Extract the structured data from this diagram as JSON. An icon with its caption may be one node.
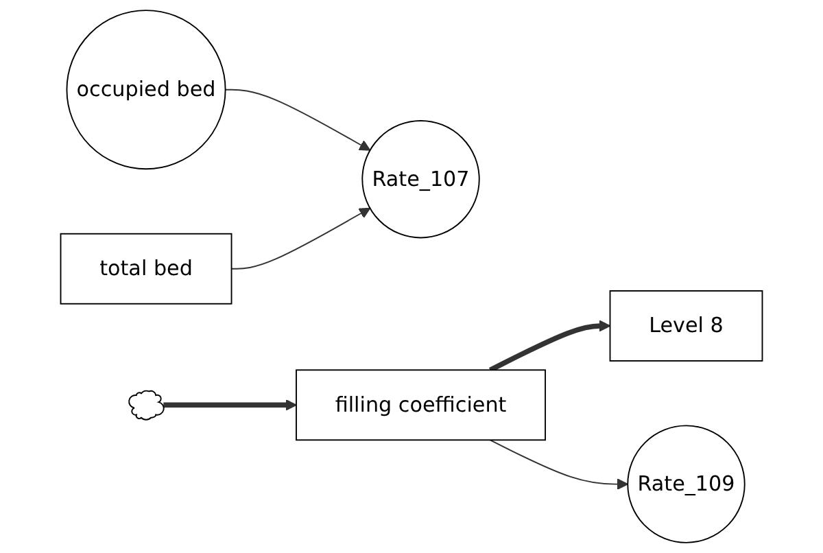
{
  "diagram": {
    "nodes": [
      {
        "text": [
          "occupied bed"
        ]
      },
      {
        "text": [],
        "shape": "cloud"
      },
      {
        "text": [
          "Rate_107"
        ]
      },
      {
        "text": [
          "total bed"
        ]
      },
      {
        "text": [
          "filling coefficient"
        ]
      },
      {
        "text": [
          "Rate_109"
        ]
      },
      {
        "text": [
          "Level  8"
        ]
      }
    ],
    "edges": [
      {
        "from": 1,
        "to": 4,
        "arrow": "to",
        "style": "thick"
      },
      {
        "from": 0,
        "to": 2,
        "arrow": "to"
      },
      {
        "from": 3,
        "to": 2,
        "arrow": "to"
      },
      {
        "from": 4,
        "to": 6,
        "arrow": "to",
        "style": "thick"
      },
      {
        "from": 4,
        "to": 5,
        "arrow": "to"
      }
    ]
  }
}
